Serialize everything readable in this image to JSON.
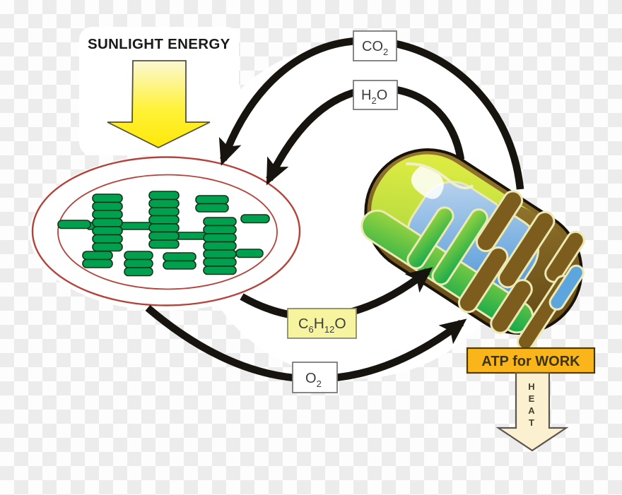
{
  "content": {
    "sunlight_energy": "SUNLIGHT ENERGY",
    "co2": {
      "base": "CO",
      "sub": "2"
    },
    "h2o": {
      "h": "H",
      "sub": "2",
      "o": "O"
    },
    "glucose": {
      "c": "C",
      "c_sub": "6",
      "h": "H",
      "h_sub": "12",
      "o": "O"
    },
    "o2": {
      "base": "O",
      "sub": "2"
    },
    "atp_for_work": "ATP for WORK",
    "heat_letters": [
      "H",
      "E",
      "A",
      "T"
    ]
  },
  "icons": {
    "sunlight_arrow": "block-arrow-down-yellow",
    "chloroplast": "red-ellipse-with-green-grana-stacks",
    "mitochondrion": "brown-bean-organelle-with-cristae",
    "heat_arrow": "block-arrow-down-cream",
    "cycle_arrows": "thick-black-curved-arrows"
  },
  "colors": {
    "checker_light": "#fdfdfd",
    "checker_dark": "#ececec",
    "arrow_black": "#17130e",
    "chloroplast_outline_red": "#b5423a",
    "grana_green": "#00a14e",
    "sunlight_yellow": "#ffe808",
    "glucose_box_yellow": "#f7f4a0",
    "atp_box_orange": "#f9b51a",
    "heat_arrow_cream": "#fbf1d1",
    "mito_brown": "#7c5d1e",
    "mito_chartreuse": "#d8e63f",
    "mito_matrix_blue": "#3e8fd4",
    "mito_membrane_cream": "#ece9b4",
    "label_text": "#3d3d3d"
  }
}
